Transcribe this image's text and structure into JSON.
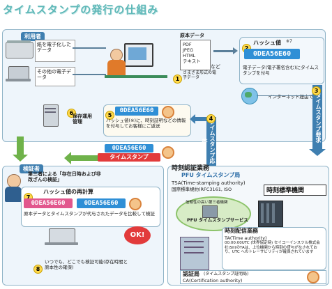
{
  "title": "タイムスタンプの発行の仕組み",
  "user": {
    "tag": "利用者",
    "paper_doc": "紙を電子化したデータ",
    "other_doc": "その他の電子データ",
    "original_data": {
      "heading": "原本データ",
      "types": [
        "PDF",
        "JPEG",
        "HTML",
        "テキスト",
        "など"
      ],
      "step1_label": "さまざま形式の電子データ"
    },
    "step6_label": "保存運用管理"
  },
  "hash_panel": {
    "step2_label": "ハッシュ値",
    "note_mark": "※7",
    "hash_value": "0DEA56E60",
    "desc": "電子データ(電子署名含む)にタイムスタンプを付与"
  },
  "step3": {
    "num": "3",
    "band": "タイムスタンプ要求",
    "internet": "インターネット経由で"
  },
  "step4": {
    "num": "4",
    "band": "タイムスタンプ応答"
  },
  "step5": {
    "num": "5",
    "hash_value": "0DEA56E60",
    "desc": "ハッシュ値(※)に、時刻証明などの情報を付与してお客様にご返送"
  },
  "timestamp_badge": {
    "hash_value": "0DEA56E60",
    "label": "タイムスタンプ"
  },
  "verifier": {
    "tag": "検証者",
    "third_party": "第三者による「存在日時および非改ざんの検証」",
    "step7_label": "ハッシュ値の再計算",
    "hash_left": "0DEA56E60",
    "hash_right": "0DEA56E60",
    "desc": "原本データとタイムスタンプが代与されたデータを比較して検証",
    "ok": "OK!",
    "step8_text": "いつでも、どこでも検証可能(存在時間と原本性の確保)"
  },
  "authority": {
    "title": "時刻認証業務",
    "pfu_label": "PFU タイムスタンプ局",
    "tsa": "TSA(Time-stamping authority)",
    "tsa_standard": "国際標準規約(RFC3161, ISO",
    "time_std_org": "時刻標準機関",
    "service_label": "PFU タイムスタンプサービス",
    "service_top": "信頼性の高い第三者機関",
    "ta_title": "時刻配信業務",
    "ta_sub": "TA(Time authority)",
    "ta_desc": "00:00:00UTC (世界協定時) セイコーインスツル株式会社(SII)のTAは、上位機関から時刻の貸与がなされており、UTC へのトレーサビリティが確保されています",
    "ca_title": "認証局",
    "ca_paren": "(タイムスタンプ証明局)",
    "ca_sub": "CA(Certification authority)"
  }
}
